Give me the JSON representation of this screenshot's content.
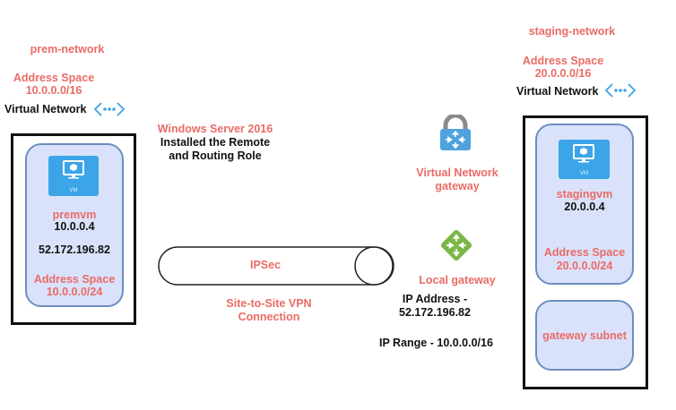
{
  "prem": {
    "network_name": "prem-network",
    "address_space_label": "Address Space",
    "address_space_value": "10.0.0.0/16",
    "vnet_label": "Virtual Network",
    "vm": {
      "icon_label": "VM",
      "name": "premvm",
      "private_ip": "10.0.0.4",
      "public_ip": "52.172.196.82",
      "subnet_label": "Address Space",
      "subnet_value": "10.0.0.0/24"
    }
  },
  "windows_server": {
    "title": "Windows Server 2016",
    "line1": "Installed the Remote",
    "line2": "and Routing Role"
  },
  "tunnel": {
    "label": "IPSec",
    "caption_line1": "Site-to-Site VPN",
    "caption_line2": "Connection"
  },
  "vnet_gateway": {
    "line1": "Virtual Network",
    "line2": "gateway"
  },
  "local_gateway": {
    "label": "Local gateway",
    "ip_address_label": "IP Address -",
    "ip_address_value": "52.172.196.82",
    "ip_range": "IP Range - 10.0.0.0/16"
  },
  "staging": {
    "network_name": "staging-network",
    "address_space_label": "Address Space",
    "address_space_value": "20.0.0.0/16",
    "vnet_label": "Virtual Network",
    "vm": {
      "icon_label": "VM",
      "name": "stagingvm",
      "private_ip": "20.0.0.4",
      "subnet_label": "Address Space",
      "subnet_value": "20.0.0.0/24"
    },
    "gateway_subnet_label": "gateway subnet"
  },
  "colors": {
    "label_red": "#ea6b66",
    "subnet_fill": "#dae2fb",
    "subnet_border": "#6c8ebf",
    "vm_blue": "#3ba5e8",
    "gateway_green": "#7ab648",
    "vnet_icon_blue": "#3ba5e8"
  }
}
